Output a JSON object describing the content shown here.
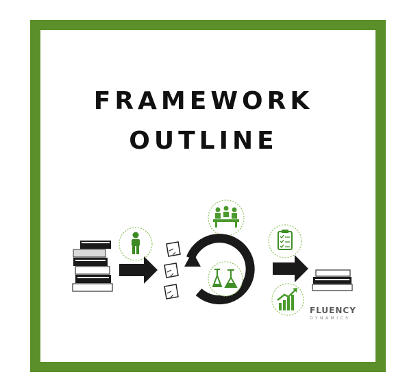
{
  "title": {
    "line1": "FRAMEWORK",
    "line2": "OUTLINE"
  },
  "logo": {
    "name": "FLUENCY",
    "tagline": "DYNAMICS"
  },
  "colors": {
    "frame": "#5a8f29",
    "accent": "#6ea83a",
    "dark": "#1a1a1a"
  },
  "icons": [
    "book-stack-icon",
    "person-icon",
    "arrow-right-icon",
    "sticky-notes-icon",
    "meeting-icon",
    "cycle-arrow-icon",
    "lab-flasks-icon",
    "clipboard-checklist-icon",
    "growth-chart-icon"
  ]
}
